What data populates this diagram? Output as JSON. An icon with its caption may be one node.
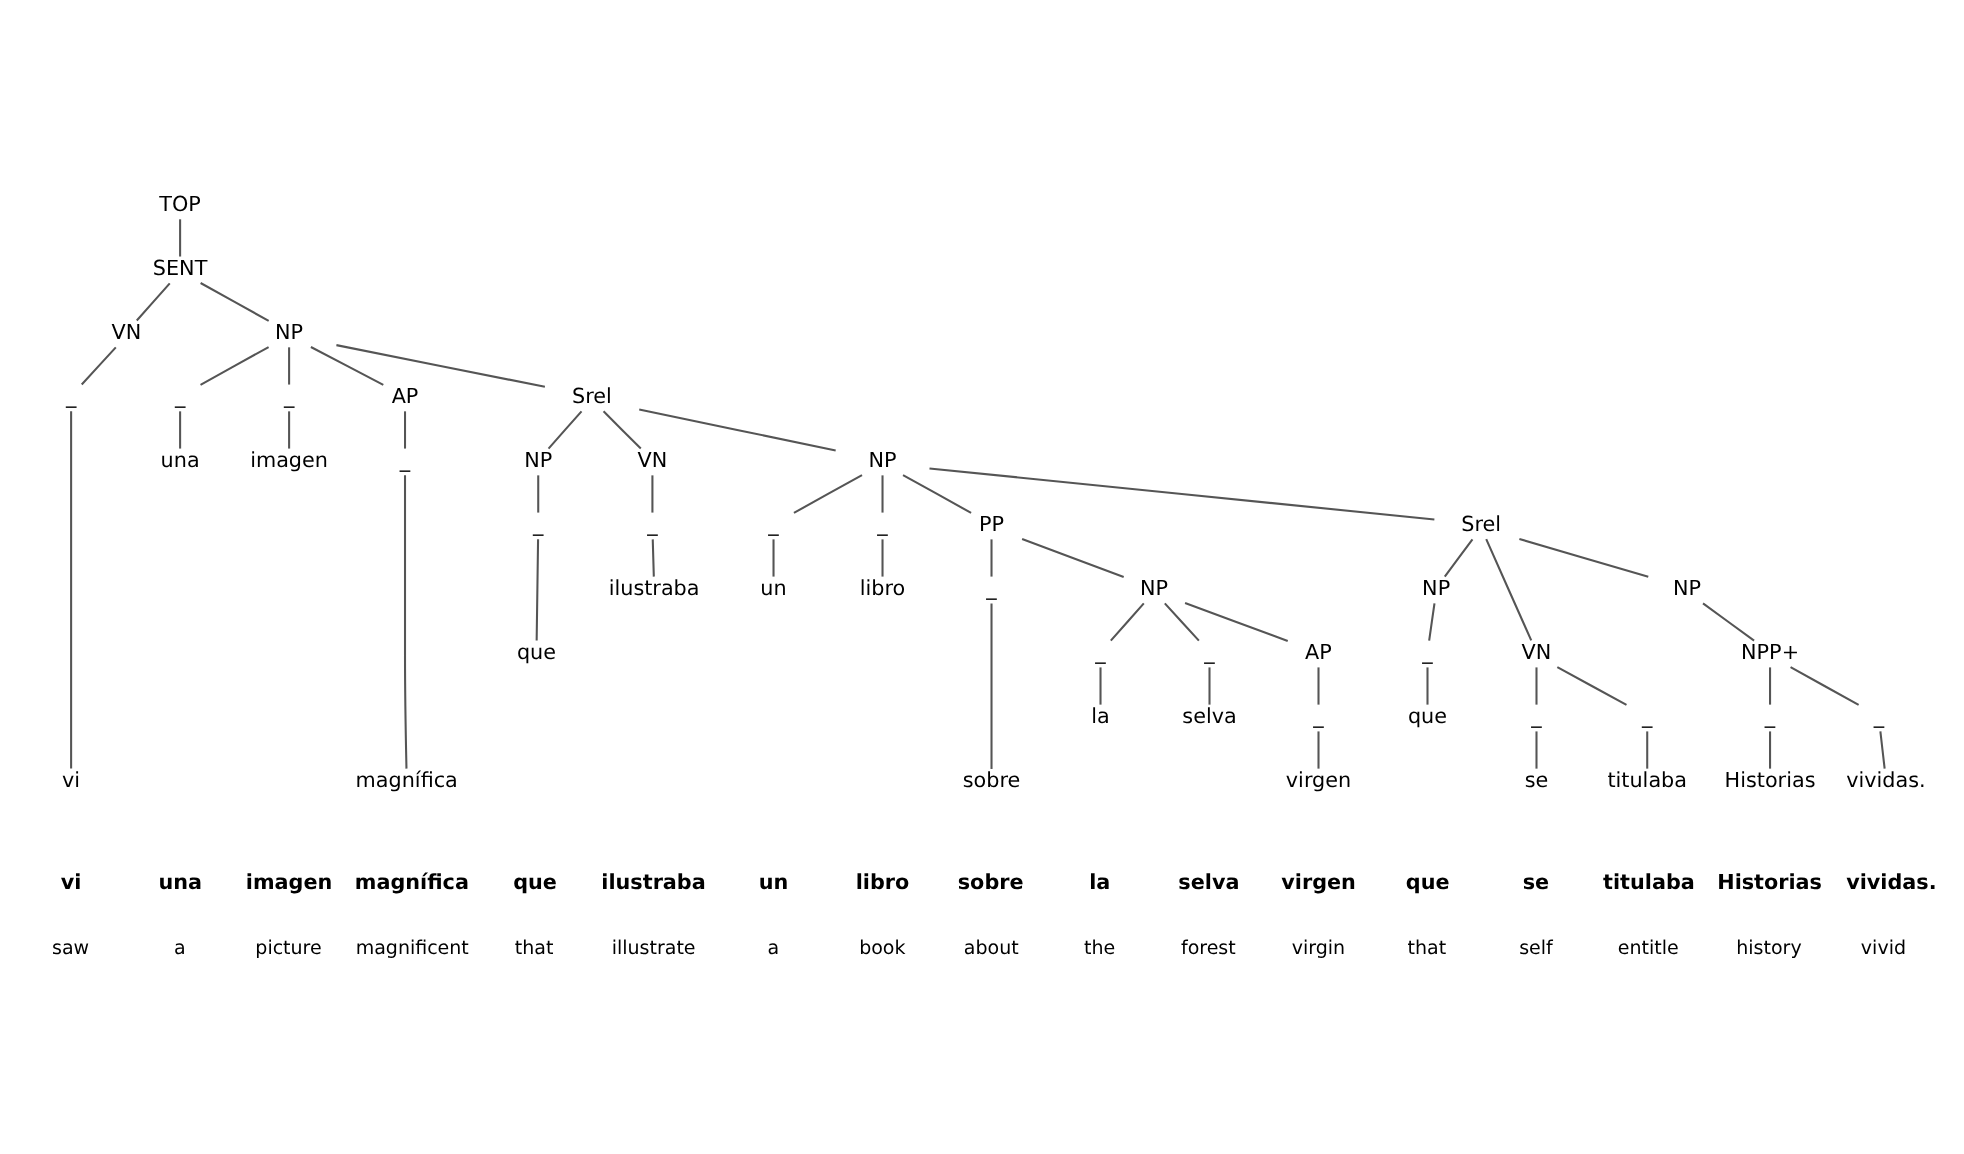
{
  "diagram": {
    "nodes": [
      {
        "text": [
          "TOP"
        ]
      },
      {
        "text": [
          "SENT"
        ]
      },
      {
        "text": [
          "VN"
        ]
      },
      {
        "text": [
          "_"
        ]
      },
      {
        "text": [
          "vi"
        ]
      },
      {
        "text": [
          "NP"
        ]
      },
      {
        "text": [
          "_"
        ]
      },
      {
        "text": [
          "una"
        ]
      },
      {
        "text": [
          "_"
        ]
      },
      {
        "text": [
          "imagen"
        ]
      },
      {
        "text": [
          "AP"
        ]
      },
      {
        "text": [
          "_"
        ]
      },
      {
        "text": [
          "magnífica"
        ]
      },
      {
        "text": [
          "Srel"
        ]
      },
      {
        "text": [
          "NP"
        ]
      },
      {
        "text": [
          "_"
        ]
      },
      {
        "text": [
          "que"
        ]
      },
      {
        "text": [
          "VN"
        ]
      },
      {
        "text": [
          "_"
        ]
      },
      {
        "text": [
          "ilustraba"
        ]
      },
      {
        "text": [
          "NP"
        ]
      },
      {
        "text": [
          "_"
        ]
      },
      {
        "text": [
          "un"
        ]
      },
      {
        "text": [
          "_"
        ]
      },
      {
        "text": [
          "libro"
        ]
      },
      {
        "text": [
          "PP"
        ]
      },
      {
        "text": [
          "_"
        ]
      },
      {
        "text": [
          "sobre"
        ]
      },
      {
        "text": [
          "NP"
        ]
      },
      {
        "text": [
          "_"
        ]
      },
      {
        "text": [
          "la"
        ]
      },
      {
        "text": [
          "_"
        ]
      },
      {
        "text": [
          "selva"
        ]
      },
      {
        "text": [
          "AP"
        ]
      },
      {
        "text": [
          "_"
        ]
      },
      {
        "text": [
          "virgen"
        ]
      },
      {
        "text": [
          "Srel"
        ]
      },
      {
        "text": [
          "NP"
        ]
      },
      {
        "text": [
          "_"
        ]
      },
      {
        "text": [
          "que"
        ]
      },
      {
        "text": [
          "VN"
        ]
      },
      {
        "text": [
          "_"
        ]
      },
      {
        "text": [
          "se"
        ]
      },
      {
        "text": [
          "_"
        ]
      },
      {
        "text": [
          "titulaba"
        ]
      },
      {
        "text": [
          "NP"
        ]
      },
      {
        "text": [
          "NPP+"
        ]
      },
      {
        "text": [
          "_"
        ]
      },
      {
        "text": [
          "Historias"
        ]
      },
      {
        "text": [
          "_"
        ]
      },
      {
        "text": [
          "vividas."
        ]
      }
    ],
    "edges": [
      {
        "from": 0,
        "to": 1,
        "arrow": "none"
      },
      {
        "from": 1,
        "to": 2,
        "arrow": "none"
      },
      {
        "from": 2,
        "to": 3,
        "arrow": "none"
      },
      {
        "from": 3,
        "to": 4,
        "arrow": "none"
      },
      {
        "from": 1,
        "to": 5,
        "arrow": "none"
      },
      {
        "from": 5,
        "to": 6,
        "arrow": "none"
      },
      {
        "from": 6,
        "to": 7,
        "arrow": "none"
      },
      {
        "from": 5,
        "to": 8,
        "arrow": "none"
      },
      {
        "from": 8,
        "to": 9,
        "arrow": "none"
      },
      {
        "from": 5,
        "to": 10,
        "arrow": "none"
      },
      {
        "from": 10,
        "to": 11,
        "arrow": "none"
      },
      {
        "from": 11,
        "to": 12,
        "arrow": "none"
      },
      {
        "from": 5,
        "to": 13,
        "arrow": "none"
      },
      {
        "from": 13,
        "to": 14,
        "arrow": "none"
      },
      {
        "from": 14,
        "to": 15,
        "arrow": "none"
      },
      {
        "from": 15,
        "to": 16,
        "arrow": "none"
      },
      {
        "from": 13,
        "to": 17,
        "arrow": "none"
      },
      {
        "from": 17,
        "to": 18,
        "arrow": "none"
      },
      {
        "from": 18,
        "to": 19,
        "arrow": "none"
      },
      {
        "from": 13,
        "to": 20,
        "arrow": "none"
      },
      {
        "from": 20,
        "to": 21,
        "arrow": "none"
      },
      {
        "from": 21,
        "to": 22,
        "arrow": "none"
      },
      {
        "from": 20,
        "to": 23,
        "arrow": "none"
      },
      {
        "from": 23,
        "to": 24,
        "arrow": "none"
      },
      {
        "from": 20,
        "to": 25,
        "arrow": "none"
      },
      {
        "from": 25,
        "to": 26,
        "arrow": "none"
      },
      {
        "from": 26,
        "to": 27,
        "arrow": "none"
      },
      {
        "from": 25,
        "to": 28,
        "arrow": "none"
      },
      {
        "from": 28,
        "to": 29,
        "arrow": "none"
      },
      {
        "from": 29,
        "to": 30,
        "arrow": "none"
      },
      {
        "from": 28,
        "to": 31,
        "arrow": "none"
      },
      {
        "from": 31,
        "to": 32,
        "arrow": "none"
      },
      {
        "from": 28,
        "to": 33,
        "arrow": "none"
      },
      {
        "from": 33,
        "to": 34,
        "arrow": "none"
      },
      {
        "from": 34,
        "to": 35,
        "arrow": "none"
      },
      {
        "from": 20,
        "to": 36,
        "arrow": "none"
      },
      {
        "from": 36,
        "to": 37,
        "arrow": "none"
      },
      {
        "from": 37,
        "to": 38,
        "arrow": "none"
      },
      {
        "from": 38,
        "to": 39,
        "arrow": "none"
      },
      {
        "from": 36,
        "to": 40,
        "arrow": "none"
      },
      {
        "from": 40,
        "to": 41,
        "arrow": "none"
      },
      {
        "from": 41,
        "to": 42,
        "arrow": "none"
      },
      {
        "from": 40,
        "to": 43,
        "arrow": "none"
      },
      {
        "from": 43,
        "to": 44,
        "arrow": "none"
      },
      {
        "from": 36,
        "to": 45,
        "arrow": "none"
      },
      {
        "from": 45,
        "to": 46,
        "arrow": "none"
      },
      {
        "from": 46,
        "to": 47,
        "arrow": "none"
      },
      {
        "from": 47,
        "to": 48,
        "arrow": "none"
      },
      {
        "from": 46,
        "to": 49,
        "arrow": "none"
      },
      {
        "from": 49,
        "to": 50,
        "arrow": "none"
      }
    ],
    "labels": [
      "vi",
      "una",
      "imagen",
      "magnífica",
      "que",
      "ilustraba",
      "un",
      "libro",
      "sobre",
      "la",
      "selva",
      "virgen",
      "que",
      "se",
      "titulaba",
      "Historias",
      "vividas.",
      "saw",
      "a",
      "picture",
      "magnificent",
      "that",
      "illustrate",
      "a",
      "book",
      "about",
      "the",
      "forest",
      "virgin",
      "that",
      "self",
      "entitle",
      "history",
      "vivid"
    ]
  }
}
